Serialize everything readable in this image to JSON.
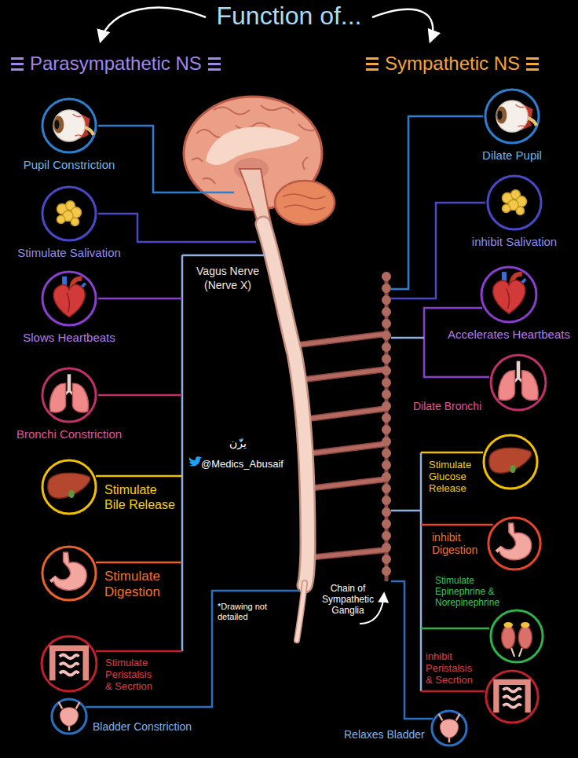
{
  "diagram": {
    "title": "Function of...",
    "nodes": [
      {
        "text": [
          "Pupil Constriction"
        ]
      },
      {
        "text": [
          "Stimulate Salivation"
        ]
      },
      {
        "text": [
          "Slows Heartbeats"
        ]
      },
      {
        "text": [
          "Bronchi Constriction"
        ]
      },
      {
        "text": [
          "Stimulate Bile Release"
        ]
      },
      {
        "text": [
          "Stimulate Digestion"
        ]
      },
      {
        "text": [
          "Stimulate Peristalsis & Secrtion"
        ]
      },
      {
        "text": [
          "Bladder Constriction"
        ]
      },
      {
        "text": [
          "Dilate Pupil"
        ]
      },
      {
        "text": [
          "inhibit Salivation"
        ]
      },
      {
        "text": [
          "Accelerates Heartbeats"
        ]
      },
      {
        "text": [
          "Dilate Bronchi"
        ]
      },
      {
        "text": [
          "Stimulate Glucose Release"
        ]
      },
      {
        "text": [
          "inhibit Digestion"
        ]
      },
      {
        "text": [
          "Stimulate Epinephrine & Norepinephrine"
        ]
      },
      {
        "text": [
          "inhibit Peristalsis & Secrtion"
        ]
      },
      {
        "text": [
          "Relaxes Bladder"
        ]
      }
    ],
    "labels": [
      "Parasympathetic NS",
      "Sympathetic NS",
      "Vagus Nerve (Nerve X)",
      "يزّن",
      "@Medics_Abusaif",
      "*Drawing not detailed",
      "Chain of Sympathetic Ganglia"
    ]
  }
}
